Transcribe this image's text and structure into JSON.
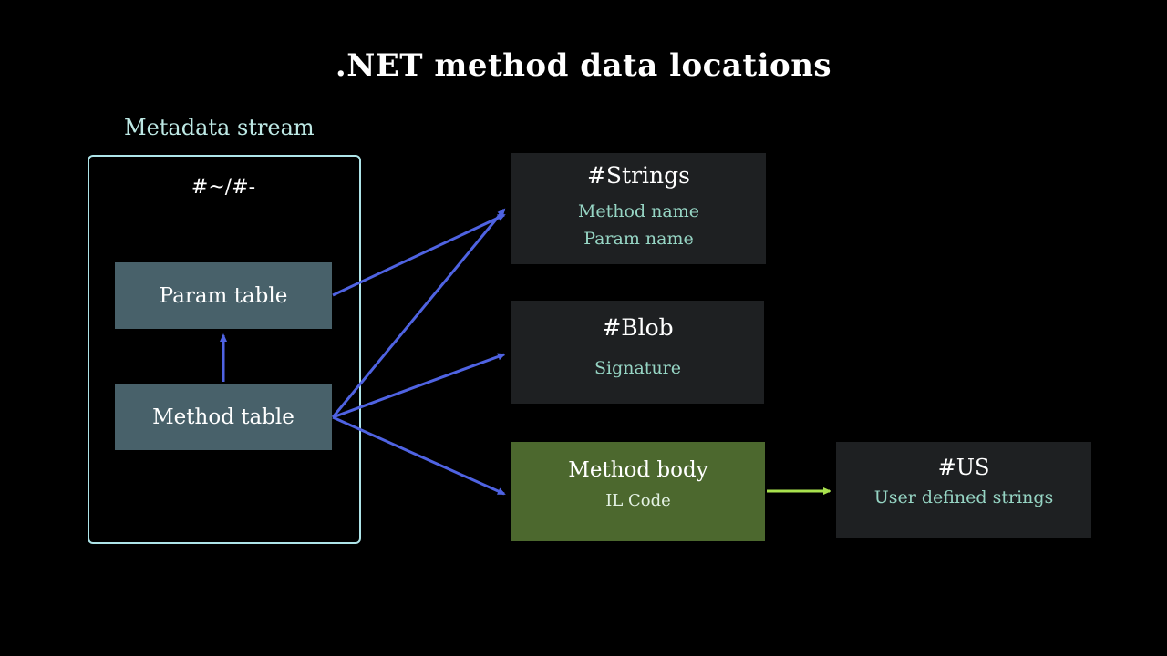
{
  "title": ".NET method data locations",
  "metadata_stream": {
    "label": "Metadata stream",
    "header": "#~/#-",
    "param_table_label": "Param table",
    "method_table_label": "Method table"
  },
  "heaps": {
    "strings": {
      "title": "#Strings",
      "lines": [
        "Method name",
        "Param name"
      ]
    },
    "blob": {
      "title": "#Blob",
      "lines": [
        "Signature"
      ]
    },
    "method_body": {
      "title": "Method body",
      "lines": [
        "IL Code"
      ]
    },
    "us": {
      "title": "#US",
      "lines": [
        "User defined strings"
      ]
    }
  },
  "colors": {
    "background": "#000000",
    "outline_cyan": "#aee4e8",
    "label_cyan": "#bde8e4",
    "slate_box": "#48616a",
    "dark_box": "#1e2022",
    "green_box": "#4c682e",
    "teal_text": "#96d5c4",
    "arrow_blue": "#4f63e2",
    "arrow_green": "#a9e24e"
  }
}
